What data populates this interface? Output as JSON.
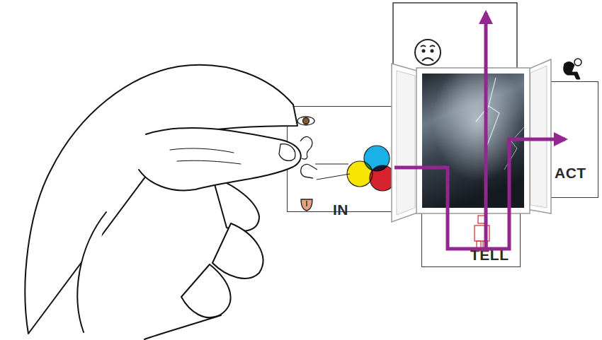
{
  "diagram": {
    "nodes": [
      {
        "text": [
          "IN"
        ]
      },
      {
        "text": [
          "ACT"
        ]
      },
      {
        "text": [
          "TELL"
        ]
      }
    ],
    "edges": [
      {
        "from": 0,
        "to": 1,
        "arrow": "to"
      }
    ]
  }
}
